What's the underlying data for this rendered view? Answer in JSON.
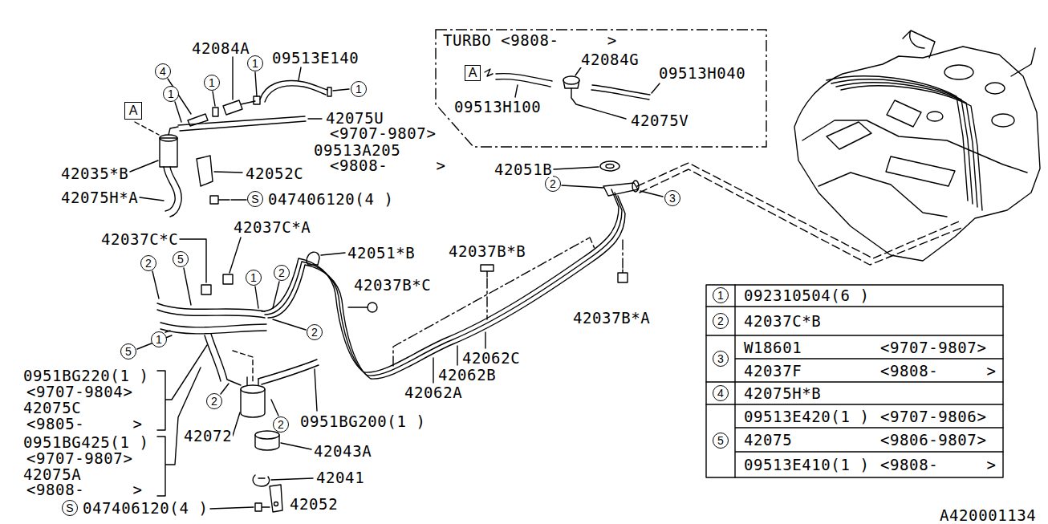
{
  "diagram": {
    "nodes": [
      {
        "text": [
          "4"
        ]
      },
      {
        "text": [
          "1"
        ]
      },
      {
        "text": [
          "1"
        ]
      },
      {
        "text": [
          "1"
        ]
      },
      {
        "text": [
          "A"
        ]
      },
      {
        "text": [
          "1"
        ]
      },
      {
        "text": [
          "TURBO <9808-     >"
        ]
      },
      {
        "text": [
          "A"
        ],
        "in": 6
      },
      {
        "text": [
          "S"
        ]
      },
      {
        "text": [
          "2"
        ]
      },
      {
        "text": [
          "3"
        ]
      },
      {
        "text": [
          "2"
        ]
      },
      {
        "text": [
          "5"
        ]
      },
      {
        "text": [
          "1"
        ]
      },
      {
        "text": [
          "2"
        ]
      },
      {
        "text": [
          "1"
        ]
      },
      {
        "text": [
          "2"
        ]
      },
      {
        "text": [
          "5"
        ]
      },
      {
        "text": [
          "2"
        ]
      },
      {
        "text": [
          "2"
        ]
      },
      {
        "text": [
          "S"
        ]
      },
      {
        "text": [
          "1"
        ]
      },
      {
        "text": [
          "2"
        ]
      },
      {
        "text": [
          "3"
        ]
      },
      {
        "text": [
          "4"
        ]
      },
      {
        "text": [
          "5"
        ]
      }
    ],
    "labels": [
      "42084A",
      "09513E140",
      "42075U",
      "<9707-9807>",
      "09513A205",
      "<9808-     >",
      "42035*B",
      "42052C",
      "42075H*A",
      "047406120(4 )",
      "42084G",
      "09513H040",
      "09513H100",
      "42075V",
      "42051B",
      "42037C*C",
      "42037C*A",
      "42051*B",
      "42037B*B",
      "42037B*C",
      "42037B*A",
      "42062C",
      "42062B",
      "42062A",
      "0951BG220(1 )",
      "<9707-9804>",
      "42075C",
      "<9805-     >",
      "42072",
      "0951BG200(1 )",
      "42043A",
      "0951BG425(1 )",
      "<9707-9807>",
      "42075A",
      "42041",
      "<9808-     >",
      "047406120(4 )",
      "42052",
      "092310504(6 )",
      "42037C*B",
      "W18601",
      "<9707-9807>",
      "42037F",
      "<9808-     >",
      "42075H*B",
      "09513E420(1 )",
      "<9707-9806>",
      "42075",
      "<9806-9807>",
      "09513E410(1 )",
      "<9808-     >",
      "A420001134"
    ]
  }
}
